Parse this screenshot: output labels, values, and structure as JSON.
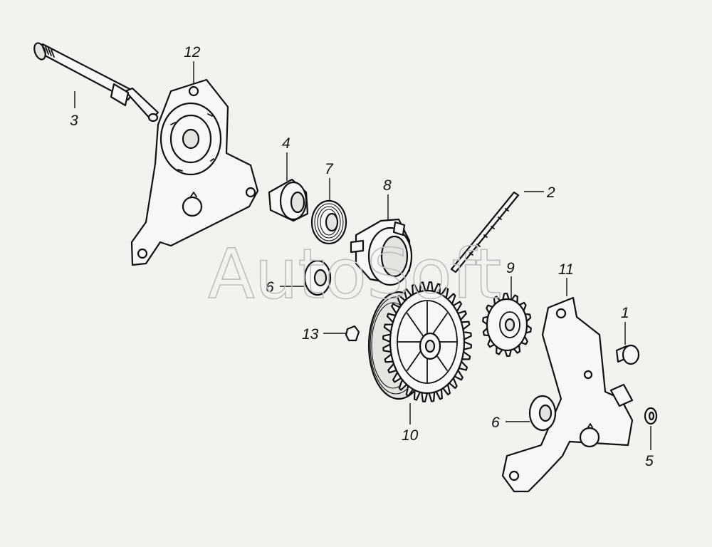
{
  "watermark": "AutoSoft",
  "callouts": {
    "c1": "1",
    "c2": "2",
    "c3": "3",
    "c4": "4",
    "c5": "5",
    "c6a": "6",
    "c6b": "6",
    "c7": "7",
    "c8": "8",
    "c9": "9",
    "c10": "10",
    "c11": "11",
    "c12": "12",
    "c13": "13"
  }
}
